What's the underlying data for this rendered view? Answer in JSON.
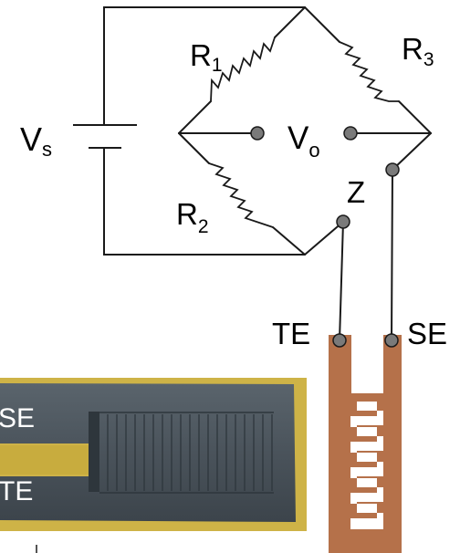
{
  "colors": {
    "wire": "#1a1a1a",
    "terminal": "#7a7a7a",
    "sensor_trace": "#b5714a",
    "photo_board": "#c8ac3e",
    "photo_metal": "#4b555d"
  },
  "bridge": {
    "source": {
      "main": "V",
      "sub": "s"
    },
    "r1": {
      "main": "R",
      "sub": "1"
    },
    "r2": {
      "main": "R",
      "sub": "2"
    },
    "r3": {
      "main": "R",
      "sub": "3"
    },
    "output": {
      "main": "V",
      "sub": "o"
    },
    "impedance": "Z"
  },
  "sensor": {
    "left_terminal": "TE",
    "right_terminal": "SE"
  },
  "photo": {
    "upper_electrode": "SE",
    "lower_electrode": "TE"
  }
}
